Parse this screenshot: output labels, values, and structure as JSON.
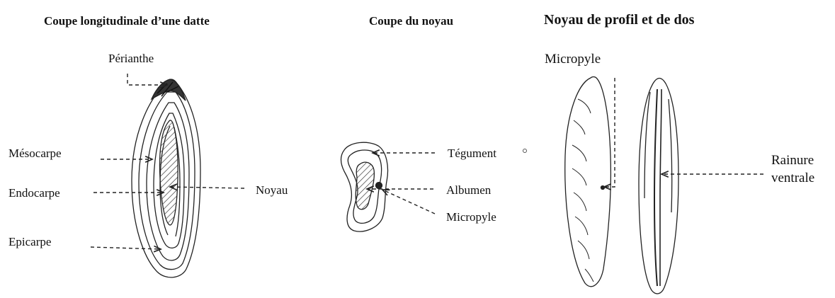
{
  "panels": {
    "date_section": {
      "title": "Coupe longitudinale d’une datte",
      "labels": {
        "perianthe": "Périanthe",
        "mesocarpe": "Mésocarpe",
        "endocarpe": "Endocarpe",
        "epicarpe": "Epicarpe",
        "noyau": "Noyau"
      }
    },
    "seed_section": {
      "title": "Coupe du noyau",
      "labels": {
        "tegument": "Tégument",
        "albumen": "Albumen",
        "micropyle": "Micropyle"
      }
    },
    "seed_views": {
      "title": "Noyau de profil et de dos",
      "labels": {
        "micropyle": "Micropyle",
        "rainure_line1": "Rainure",
        "rainure_line2": "ventrale"
      }
    }
  }
}
